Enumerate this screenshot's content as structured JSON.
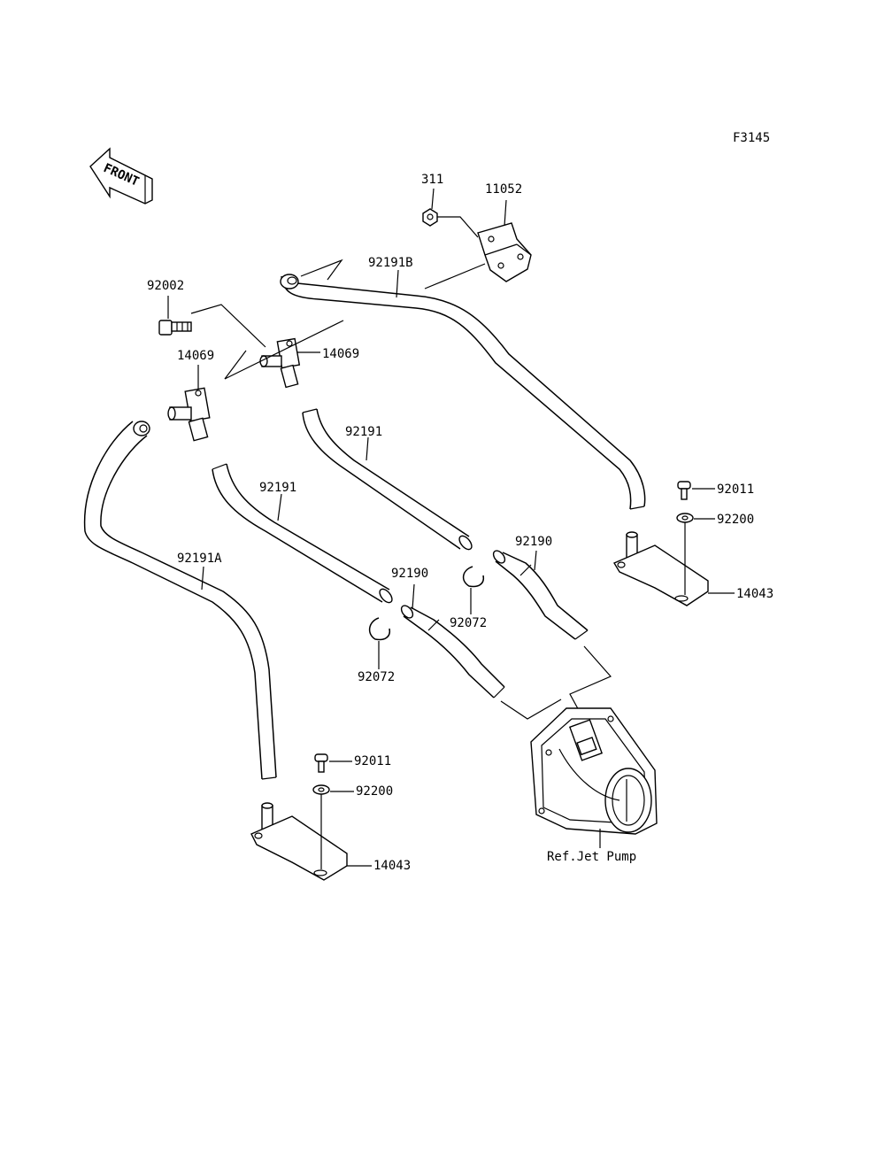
{
  "figure_code": "F3145",
  "front_arrow": {
    "text": "FRONT",
    "icon": "front-direction-arrow-icon"
  },
  "labels": {
    "p311": "311",
    "p11052": "11052",
    "p92191B": "92191B",
    "p92002": "92002",
    "p14069_a": "14069",
    "p14069_b": "14069",
    "p92191_a": "92191",
    "p92191_b": "92191",
    "p92191A": "92191A",
    "p92011_a": "92011",
    "p92200_a": "92200",
    "p14043_a": "14043",
    "p92190_a": "92190",
    "p92190_b": "92190",
    "p92072_a": "92072",
    "p92072_b": "92072",
    "p92011_b": "92011",
    "p92200_b": "92200",
    "p14043_b": "14043",
    "ref_jet_pump": "Ref.Jet Pump"
  }
}
